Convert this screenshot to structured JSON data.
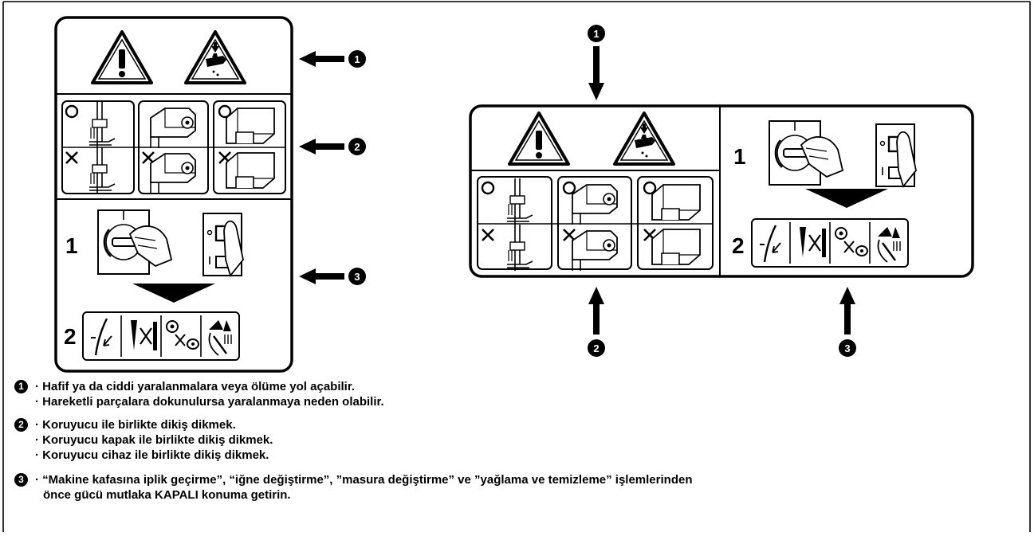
{
  "callouts": [
    "1",
    "2",
    "3"
  ],
  "step_numbers": [
    "1",
    "2"
  ],
  "notes": [
    {
      "marker": "1",
      "lines": [
        "· Hafif ya da ciddi yaralanmalara veya ölüme yol açabilir.",
        "· Hareketli parçalara dokunulursa yaralanmaya neden olabilir."
      ]
    },
    {
      "marker": "2",
      "lines": [
        "· Koruyucu ile birlikte dikiş dikmek.",
        "· Koruyucu kapak ile birlikte dikiş dikmek.",
        "· Koruyucu cihaz ile birlikte dikiş dikmek."
      ]
    },
    {
      "marker": "3",
      "lines": [
        "· “Makine kafasına iplik geçirme”, “iğne değiştirme”, ”masura değiştirme” ve ”yağlama ve temizleme” işlemlerinden",
        "önce gücü mutlaka KAPALI konuma getirin."
      ]
    }
  ],
  "colors": {
    "ink": "#000000",
    "paper": "#ffffff"
  },
  "icons": [
    "warning-triangle-icon",
    "hand-crush-warning-icon",
    "allowed-circle-icon",
    "prohibited-cross-icon",
    "power-switch-icon",
    "push-button-icon",
    "threading-icon",
    "needle-change-icon",
    "bobbin-change-icon",
    "oil-clean-icon"
  ]
}
